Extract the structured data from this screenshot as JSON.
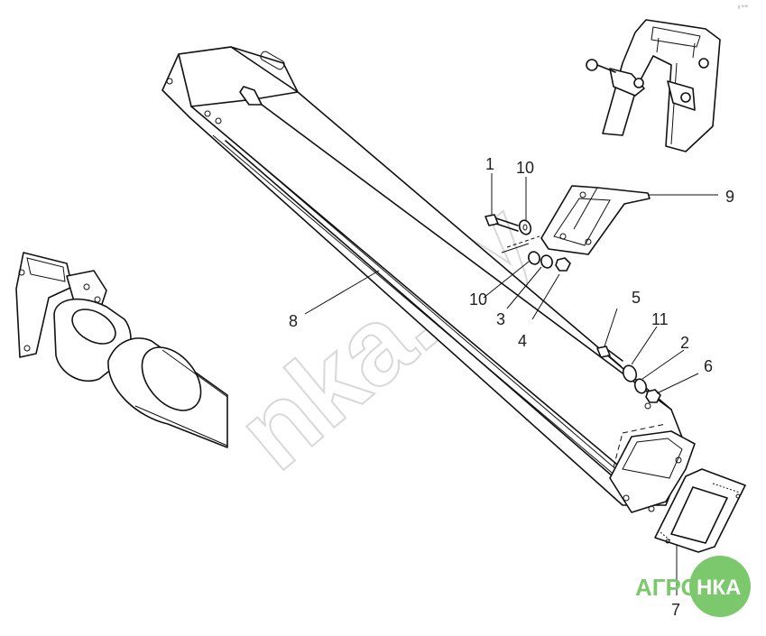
{
  "watermark": "nka.by",
  "corner_mark": "ᵍ ⁰⁰⁰",
  "logo": {
    "left": "АГРО",
    "right": "НКА",
    "color": "#7cc96d"
  },
  "callouts": {
    "c1": "1",
    "c10a": "10",
    "c9": "9",
    "c10b": "10",
    "c3": "3",
    "c4": "4",
    "c8": "8",
    "c5": "5",
    "c11": "11",
    "c2": "2",
    "c6": "6",
    "c7": "7"
  },
  "icons": [
    "beam-part",
    "bracket-part",
    "bolt-part",
    "washer-part",
    "nut-part",
    "gasket-part",
    "mount-frame-part",
    "auger-pipe-part"
  ]
}
